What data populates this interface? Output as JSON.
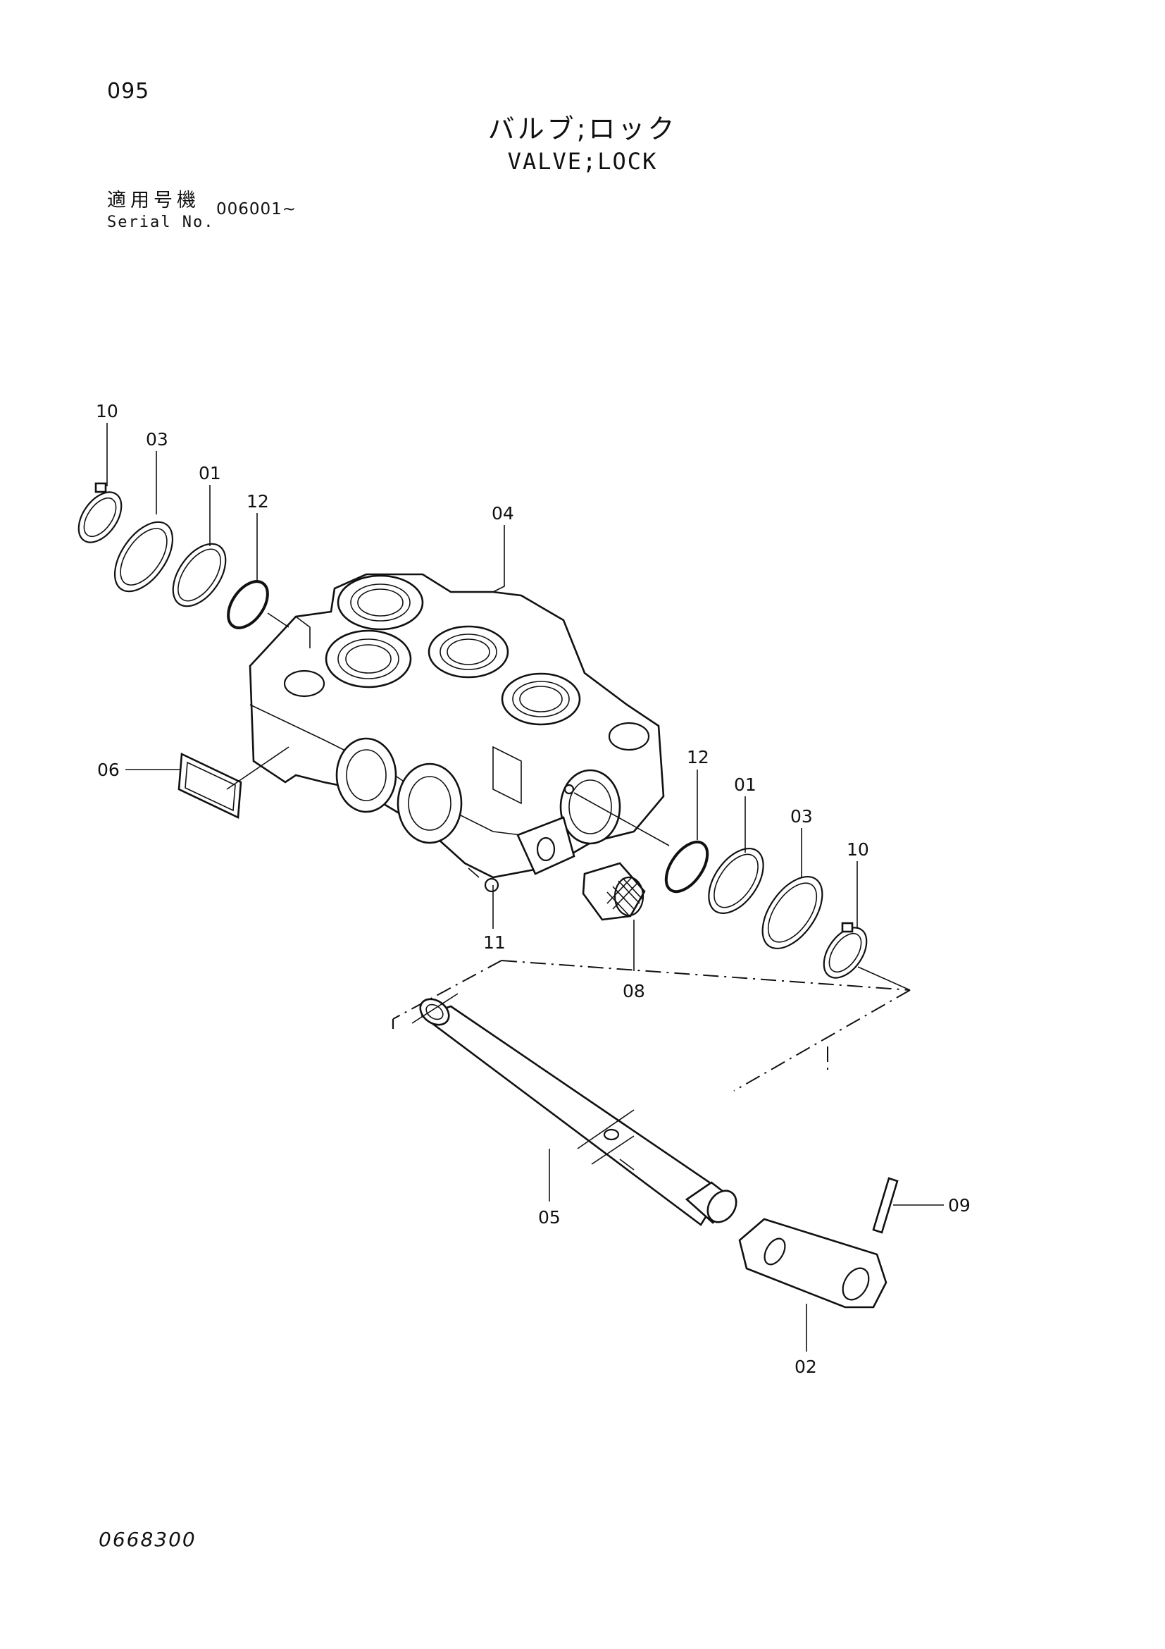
{
  "header": {
    "page_number": "095",
    "title_jp": "バルブ;ロック",
    "title_en": "VALVE;LOCK",
    "serial_label_jp": "適用号機",
    "serial_label_en": "Serial No.",
    "serial_value": "006001~"
  },
  "diagram": {
    "callouts": {
      "c10a": "10",
      "c03a": "03",
      "c01a": "01",
      "c12a": "12",
      "c04": "04",
      "c06": "06",
      "c12b": "12",
      "c01b": "01",
      "c03b": "03",
      "c10b": "10",
      "c11": "11",
      "c08": "08",
      "c05": "05",
      "c09": "09",
      "c02": "02"
    }
  },
  "footer": {
    "drawing_code": "0668300"
  }
}
